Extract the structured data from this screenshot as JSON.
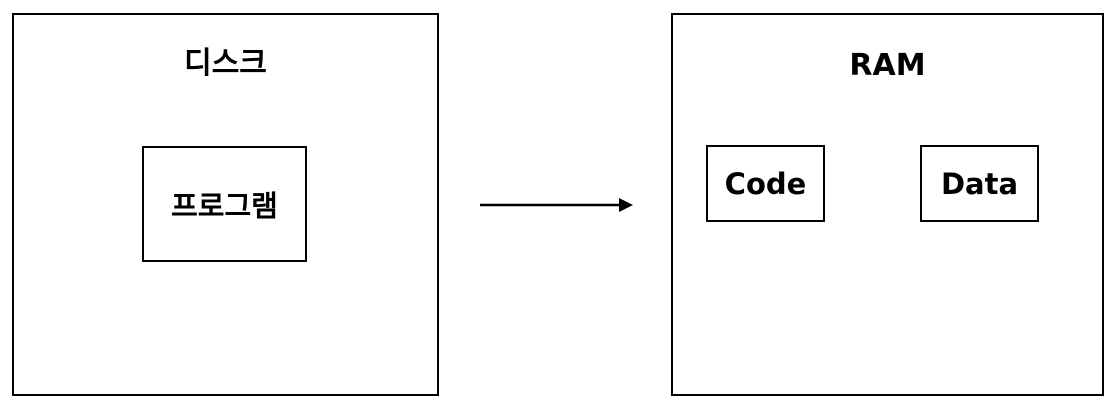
{
  "disk": {
    "title": "디스크",
    "program_label": "프로그램"
  },
  "ram": {
    "title": "RAM",
    "code_label": "Code",
    "data_label": "Data"
  }
}
